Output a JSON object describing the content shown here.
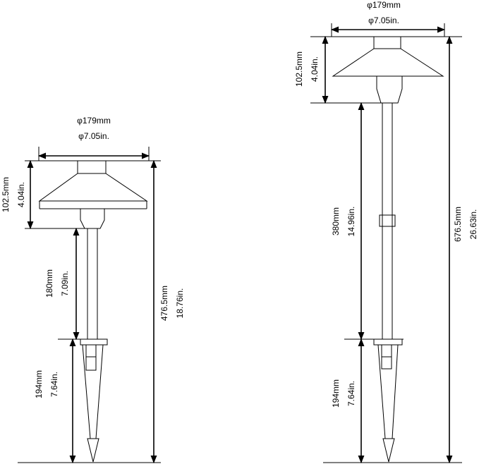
{
  "left_fixture": {
    "width_mm": "φ179mm",
    "width_in": "φ7.05in.",
    "head_mm": "102.5mm",
    "head_in": "4.04in.",
    "stem_mm": "180mm",
    "stem_in": "7.09in.",
    "stake_mm": "194mm",
    "stake_in": "7.64in.",
    "total_mm": "476.5mm",
    "total_in": "18.76in."
  },
  "right_fixture": {
    "width_mm": "φ179mm",
    "width_in": "φ7.05in.",
    "head_mm": "102.5mm",
    "head_in": "4.04in.",
    "stem_mm": "380mm",
    "stem_in": "14.96in.",
    "stake_mm": "194mm",
    "stake_in": "7.64in.",
    "total_mm": "676.5mm",
    "total_in": "26.63in."
  }
}
